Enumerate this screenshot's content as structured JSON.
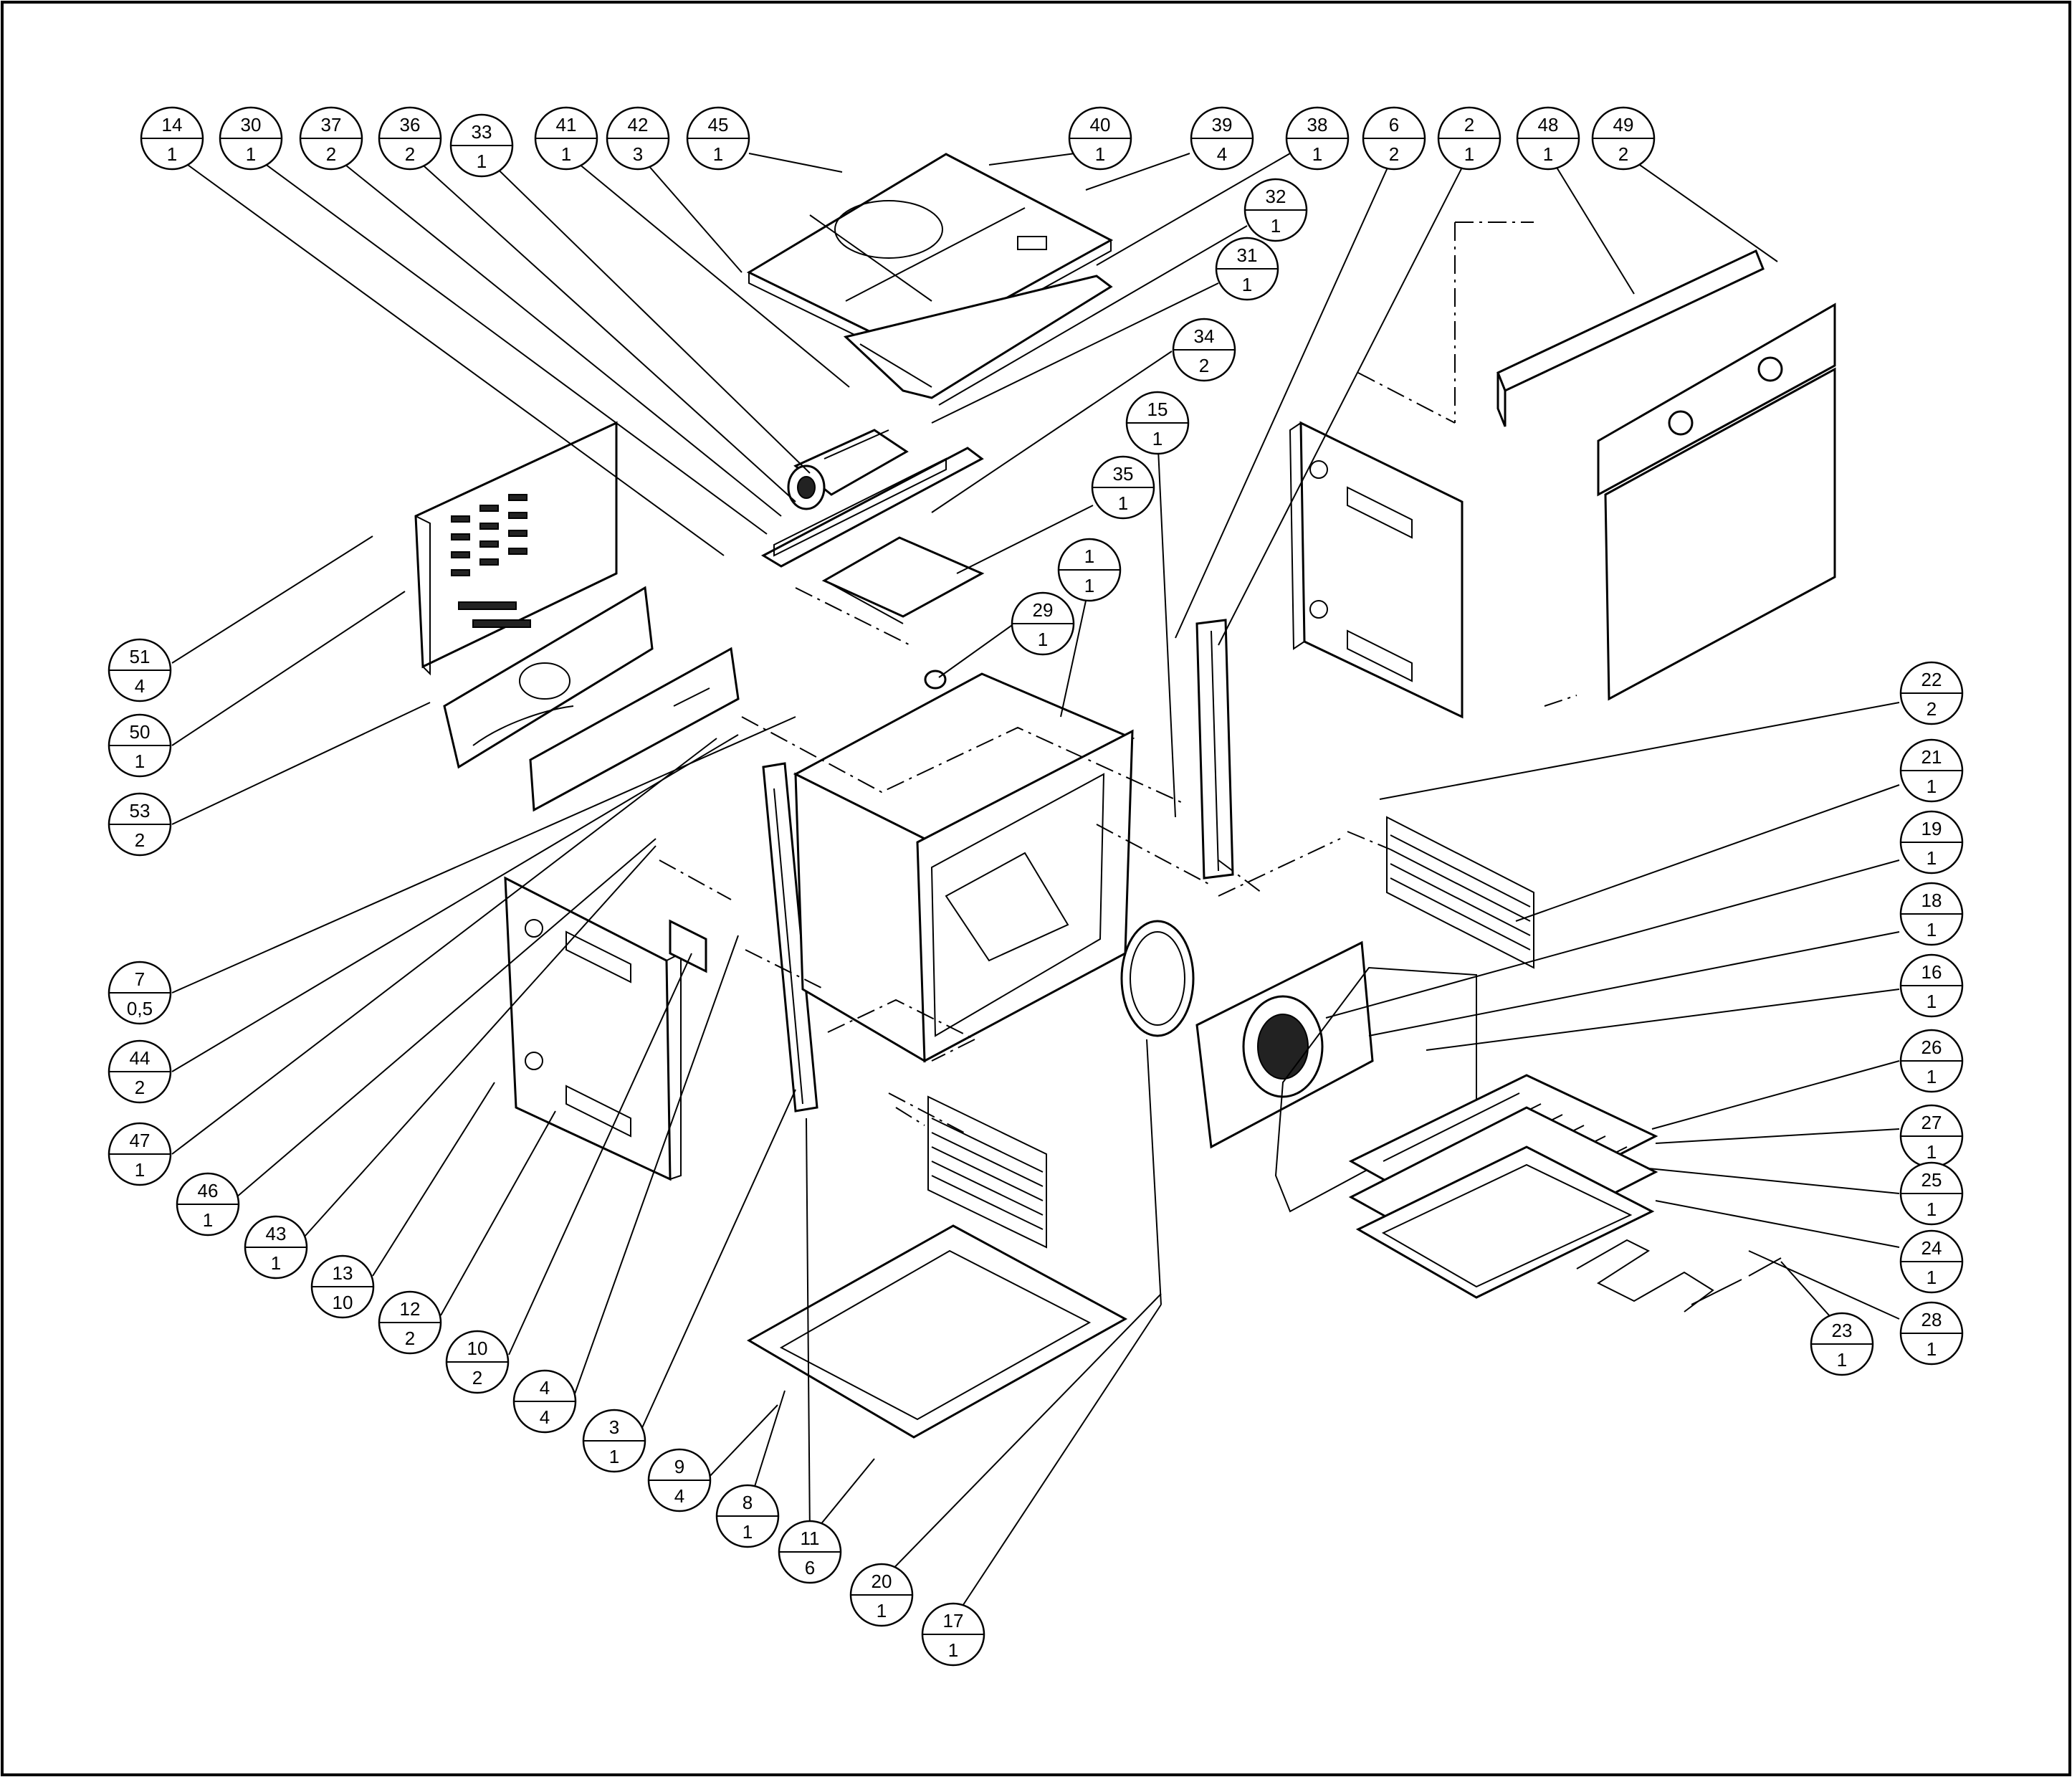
{
  "drawing": {
    "border_color": "#000000",
    "background": "#ffffff",
    "balloons": [
      {
        "num": "14",
        "qty": "1"
      },
      {
        "num": "30",
        "qty": "1"
      },
      {
        "num": "37",
        "qty": "2"
      },
      {
        "num": "36",
        "qty": "2"
      },
      {
        "num": "33",
        "qty": "1"
      },
      {
        "num": "41",
        "qty": "1"
      },
      {
        "num": "42",
        "qty": "3"
      },
      {
        "num": "45",
        "qty": "1"
      },
      {
        "num": "40",
        "qty": "1"
      },
      {
        "num": "39",
        "qty": "4"
      },
      {
        "num": "38",
        "qty": "1"
      },
      {
        "num": "6",
        "qty": "2"
      },
      {
        "num": "2",
        "qty": "1"
      },
      {
        "num": "48",
        "qty": "1"
      },
      {
        "num": "49",
        "qty": "2"
      },
      {
        "num": "32",
        "qty": "1"
      },
      {
        "num": "31",
        "qty": "1"
      },
      {
        "num": "34",
        "qty": "2"
      },
      {
        "num": "15",
        "qty": "1"
      },
      {
        "num": "35",
        "qty": "1"
      },
      {
        "num": "1",
        "qty": "1"
      },
      {
        "num": "29",
        "qty": "1"
      },
      {
        "num": "51",
        "qty": "4"
      },
      {
        "num": "50",
        "qty": "1"
      },
      {
        "num": "53",
        "qty": "2"
      },
      {
        "num": "7",
        "qty": "0,5"
      },
      {
        "num": "44",
        "qty": "2"
      },
      {
        "num": "47",
        "qty": "1"
      },
      {
        "num": "46",
        "qty": "1"
      },
      {
        "num": "43",
        "qty": "1"
      },
      {
        "num": "13",
        "qty": "10"
      },
      {
        "num": "12",
        "qty": "2"
      },
      {
        "num": "10",
        "qty": "2"
      },
      {
        "num": "4",
        "qty": "4"
      },
      {
        "num": "3",
        "qty": "1"
      },
      {
        "num": "9",
        "qty": "4"
      },
      {
        "num": "8",
        "qty": "1"
      },
      {
        "num": "11",
        "qty": "6"
      },
      {
        "num": "20",
        "qty": "1"
      },
      {
        "num": "17",
        "qty": "1"
      },
      {
        "num": "22",
        "qty": "2"
      },
      {
        "num": "21",
        "qty": "1"
      },
      {
        "num": "19",
        "qty": "1"
      },
      {
        "num": "18",
        "qty": "1"
      },
      {
        "num": "16",
        "qty": "1"
      },
      {
        "num": "26",
        "qty": "1"
      },
      {
        "num": "27",
        "qty": "1"
      },
      {
        "num": "25",
        "qty": "1"
      },
      {
        "num": "24",
        "qty": "1"
      },
      {
        "num": "28",
        "qty": "1"
      },
      {
        "num": "23",
        "qty": "1"
      }
    ]
  }
}
